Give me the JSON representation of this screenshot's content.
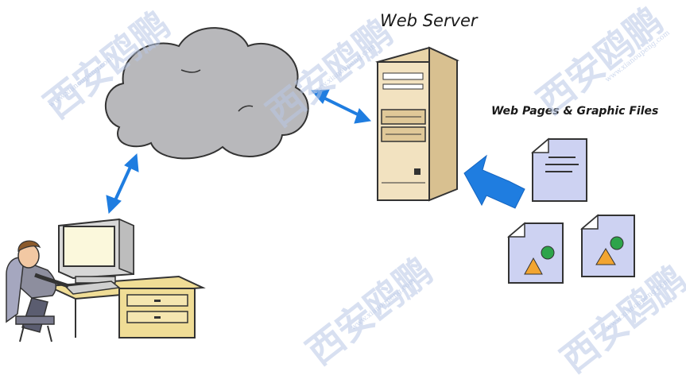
{
  "labels": {
    "server": "Web Server",
    "files": "Web Pages & Graphic Files"
  },
  "watermark": {
    "text": "西安鸥鹏",
    "url": "www.xianoupeng.com"
  },
  "colors": {
    "cloud": "#b8b8bb",
    "arrow": "#1f7de0",
    "document": "#cdd2f2",
    "server_case": "#f2e2c0",
    "triangle": "#f2a531",
    "circle": "#2da44a",
    "watermark": "#b9c8e6"
  }
}
